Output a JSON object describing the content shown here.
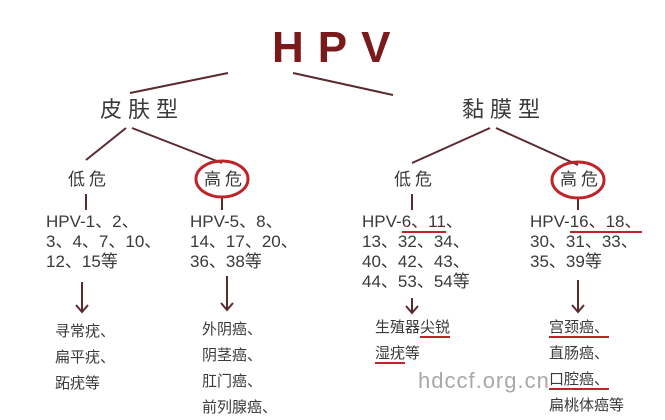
{
  "title": "HPV",
  "colors": {
    "title": "#7a1a1a",
    "line": "#5a2a2e",
    "highlight": "#c0242b",
    "text": "#3a3a3a",
    "watermark": "#9a9a9a"
  },
  "branches": [
    {
      "label": "皮肤型",
      "groups": [
        {
          "risk": "低危",
          "circled": false,
          "types_lines": [
            "HPV-1、2、",
            "3、4、7、10、",
            "12、15等"
          ],
          "diseases": [
            "寻常疣、",
            "扁平疣、",
            "跖疣等"
          ]
        },
        {
          "risk": "高危",
          "circled": true,
          "types_lines": [
            "HPV-5、8、",
            "14、17、20、",
            "36、38等"
          ],
          "diseases": [
            "外阴癌、",
            "阴茎癌、",
            "肛门癌、",
            "前列腺癌、"
          ]
        }
      ]
    },
    {
      "label": "黏膜型",
      "groups": [
        {
          "risk": "低危",
          "circled": false,
          "types_lines": [
            "HPV-",
            "6、11",
            "、",
            "13、32、34、",
            "40、42、43、",
            "44、53、54等"
          ],
          "underlined_types": "6、11",
          "diseases_parts": {
            "line1_a": "生殖器",
            "line1_b": "尖锐",
            "line2_a": "湿疣",
            "line2_b": "等"
          }
        },
        {
          "risk": "高危",
          "circled": true,
          "types_lines": [
            "HPV-",
            "16、18、",
            "30、31、33、",
            "35、39等"
          ],
          "underlined_types": "16、18、",
          "diseases_parts": {
            "line1": "宫颈癌、",
            "line2": "直肠癌、",
            "line3": "口腔癌、",
            "line4": "扁桃体癌等"
          }
        }
      ]
    }
  ],
  "watermark": "hdccf.org.cn"
}
